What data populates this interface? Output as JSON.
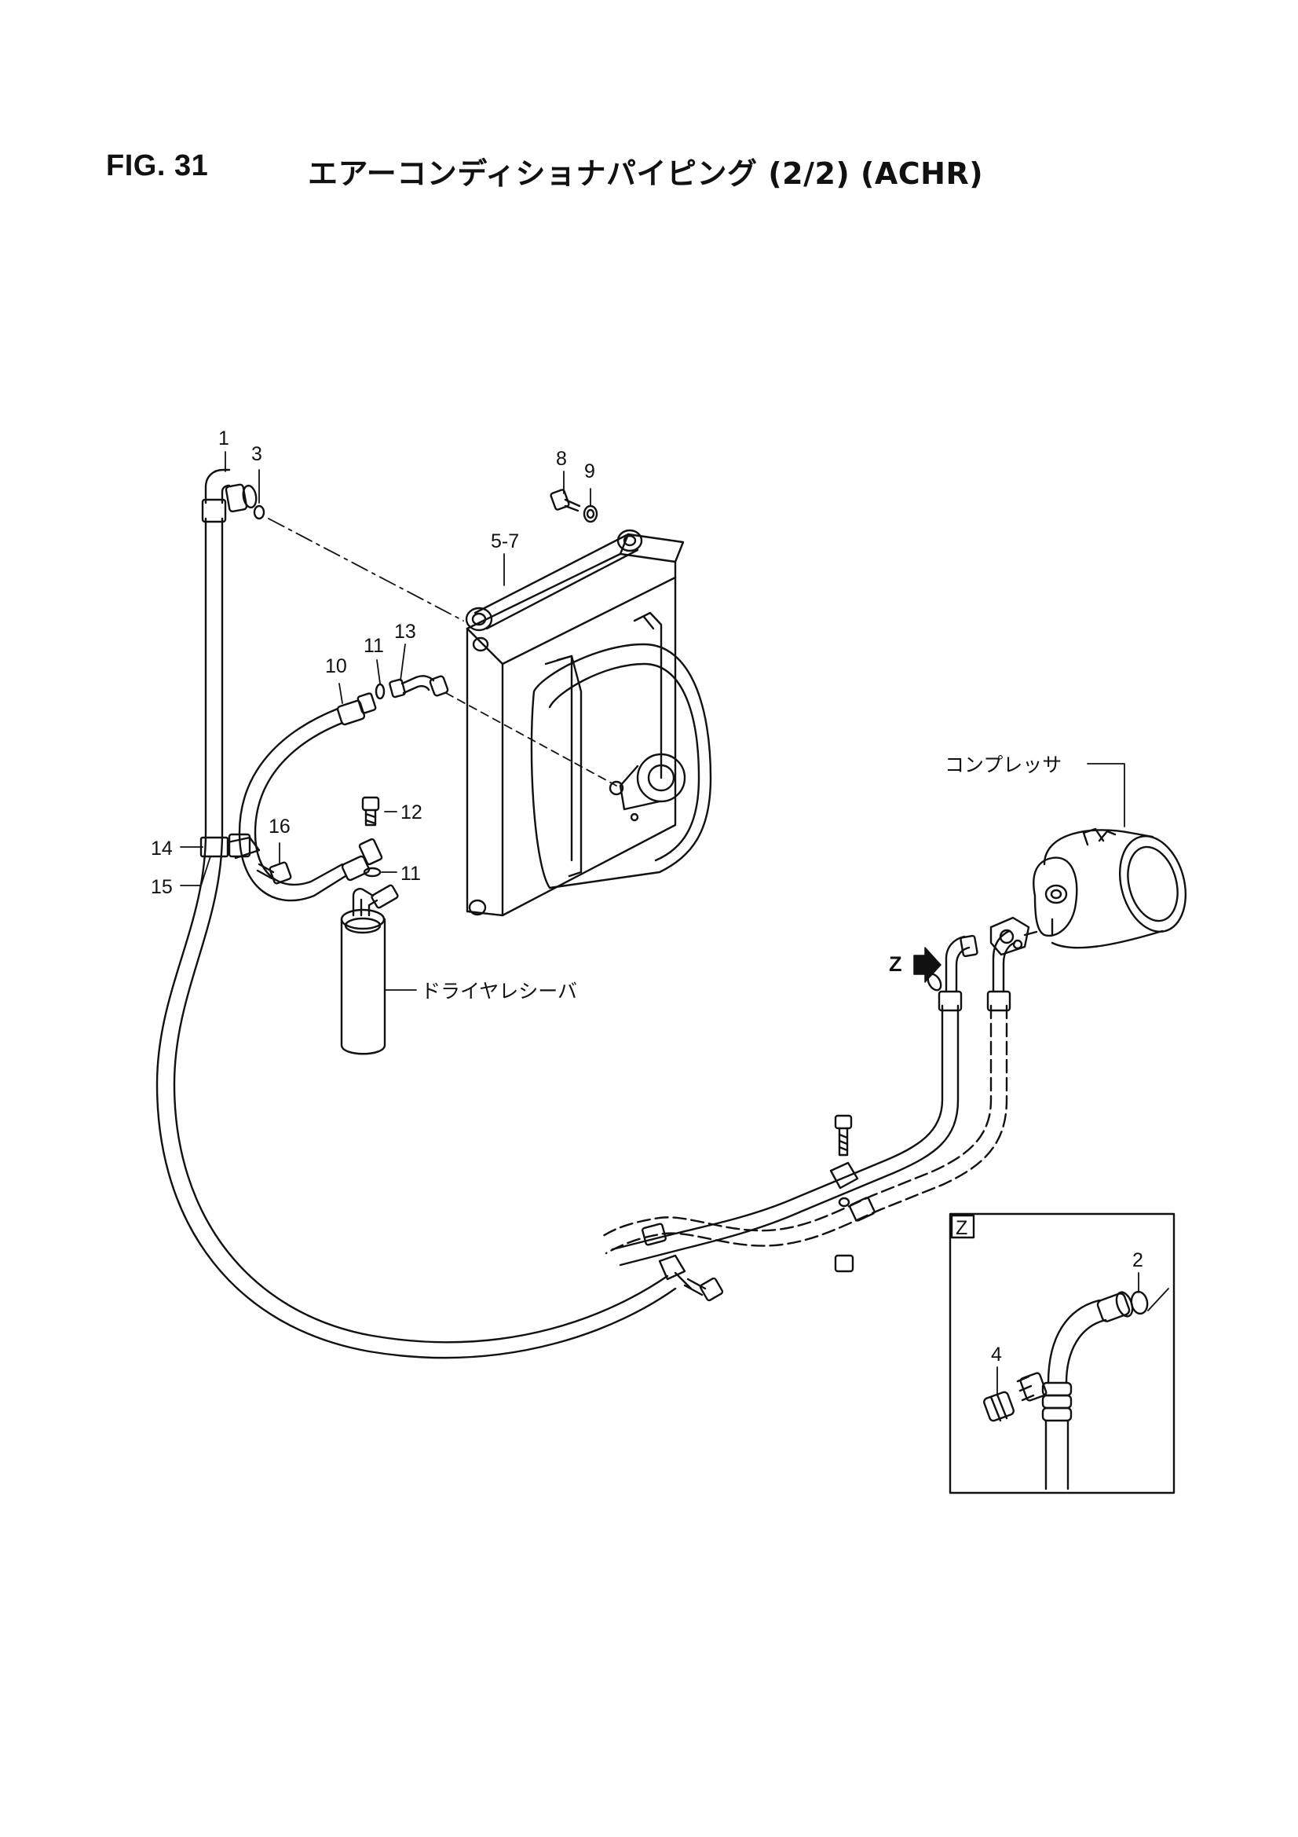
{
  "figure": {
    "number": "FIG. 31",
    "title": "エアーコンディショナパイピング (2/2) (ACHR)"
  },
  "callouts": {
    "c1": "1",
    "c2": "2",
    "c3": "3",
    "c4": "4",
    "c5_7": "5-7",
    "c8": "8",
    "c9": "9",
    "c10": "10",
    "c11a": "11",
    "c11b": "11",
    "c12": "12",
    "c13": "13",
    "c14": "14",
    "c15": "15",
    "c16": "16"
  },
  "components": {
    "compressor": "コンプレッサ",
    "receiver_drier": "ドライヤレシーバ"
  },
  "detail_view": {
    "marker": "Z",
    "box_label": "Z"
  }
}
